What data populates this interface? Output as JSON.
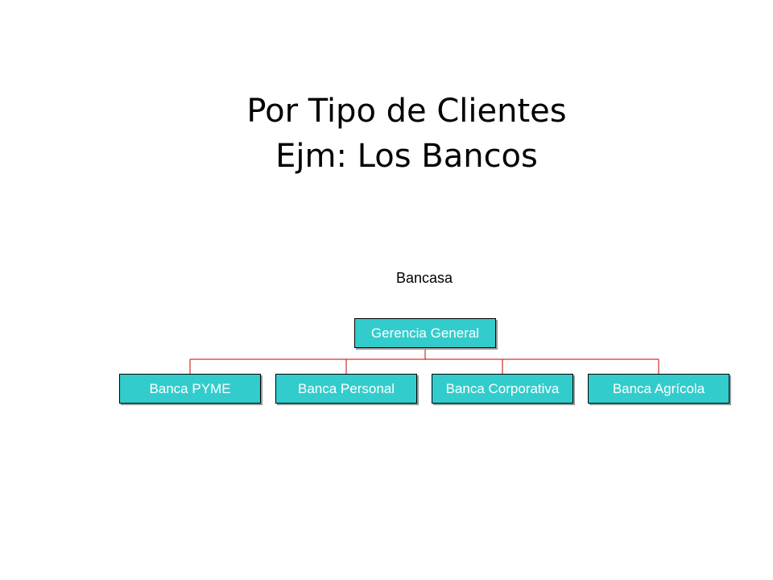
{
  "slide": {
    "title_line1": "Por Tipo de Clientes",
    "title_line2": "Ejm: Los Bancos"
  },
  "org_chart": {
    "organization": "Bancasa",
    "root": {
      "label": "Gerencia General"
    },
    "children": [
      {
        "label": "Banca PYME"
      },
      {
        "label": "Banca Personal"
      },
      {
        "label": "Banca Corporativa"
      },
      {
        "label": "Banca Agrícola"
      }
    ],
    "colors": {
      "box_fill": "#33cccc",
      "box_border": "#000000",
      "box_text": "#ffffff",
      "connector": "#cc0000"
    }
  }
}
